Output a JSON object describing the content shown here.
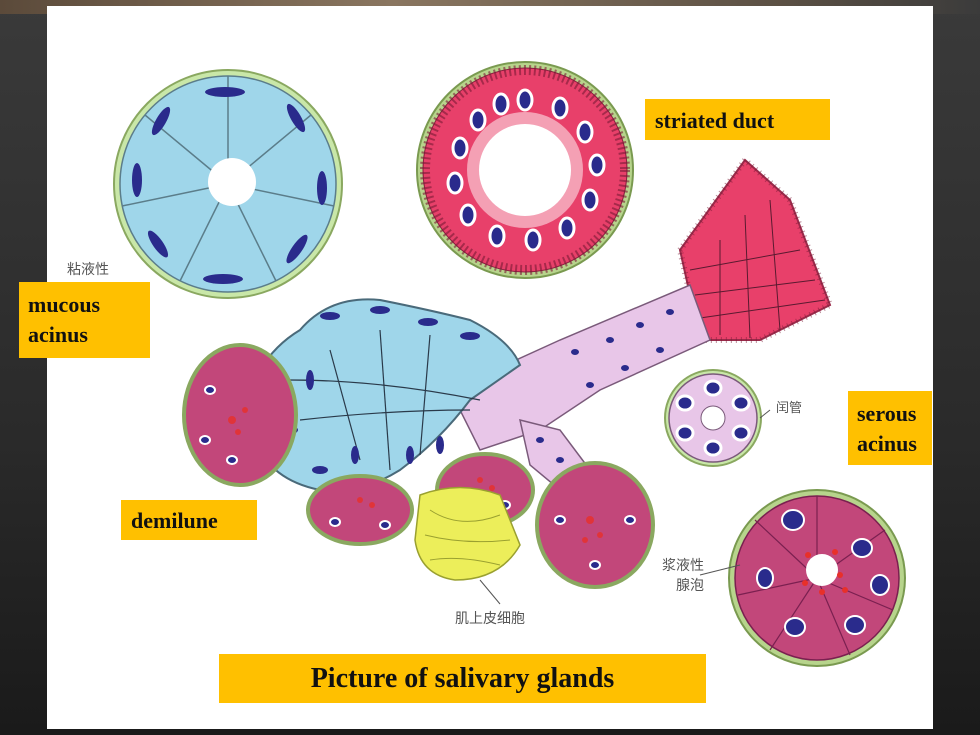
{
  "labels": {
    "striated_duct": "striated duct",
    "mucous_acinus_line1": "mucous",
    "mucous_acinus_line2": "acinus",
    "serous_acinus_line1": "serous",
    "serous_acinus_line2": "acinus",
    "demilune": "demilune",
    "caption": "Picture of salivary glands"
  },
  "chinese_labels": {
    "mucous": "粘液性",
    "intercalated_duct": "闰管",
    "serous_line1": "浆液性",
    "serous_line2": "腺泡",
    "myoepithelial": "肌上皮细胞"
  },
  "colors": {
    "label_bg": "#ffc000",
    "mucous_cell": "#9fd6ea",
    "serous_cell": "#c2477a",
    "striated_cell": "#e8406a",
    "duct_cell": "#e8c6e8",
    "myoepithelial": "#ecee5a",
    "nucleus": "#2a2b8c"
  }
}
